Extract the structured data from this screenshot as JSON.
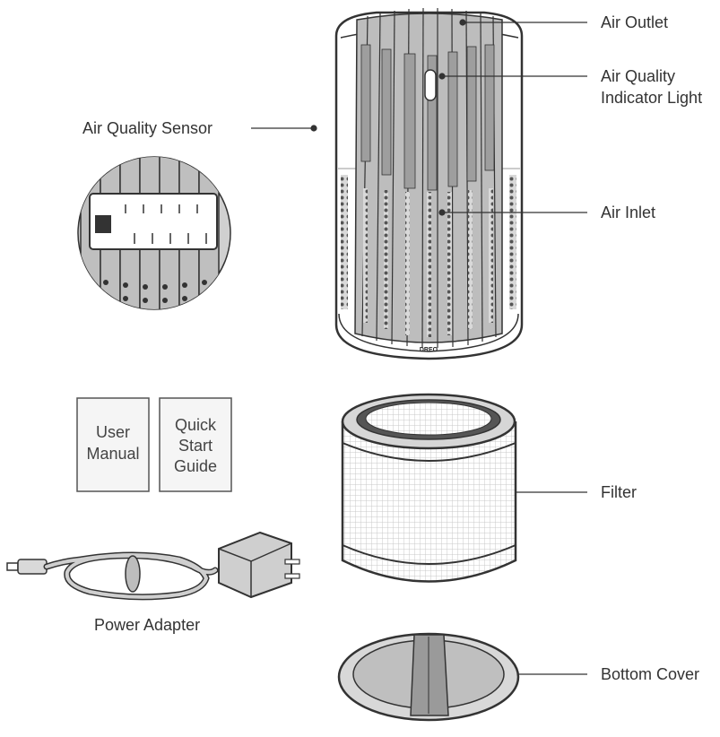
{
  "labels": {
    "air_outlet": "Air Outlet",
    "air_quality_light_1": "Air Quality",
    "air_quality_light_2": "Indicator Light",
    "air_quality_sensor": "Air Quality Sensor",
    "air_inlet": "Air Inlet",
    "filter": "Filter",
    "bottom_cover": "Bottom Cover",
    "power_adapter": "Power Adapter"
  },
  "manuals": {
    "user_manual_1": "User",
    "user_manual_2": "Manual",
    "quick_start_1": "Quick",
    "quick_start_2": "Start",
    "quick_start_3": "Guide"
  },
  "brand": "DREO",
  "colors": {
    "outline": "#333333",
    "body_fill": "#f2f2f2",
    "grille_fill": "#bfbfbf",
    "grille_dark": "#8c8c8c",
    "filter_mesh": "#e6e6e6"
  }
}
